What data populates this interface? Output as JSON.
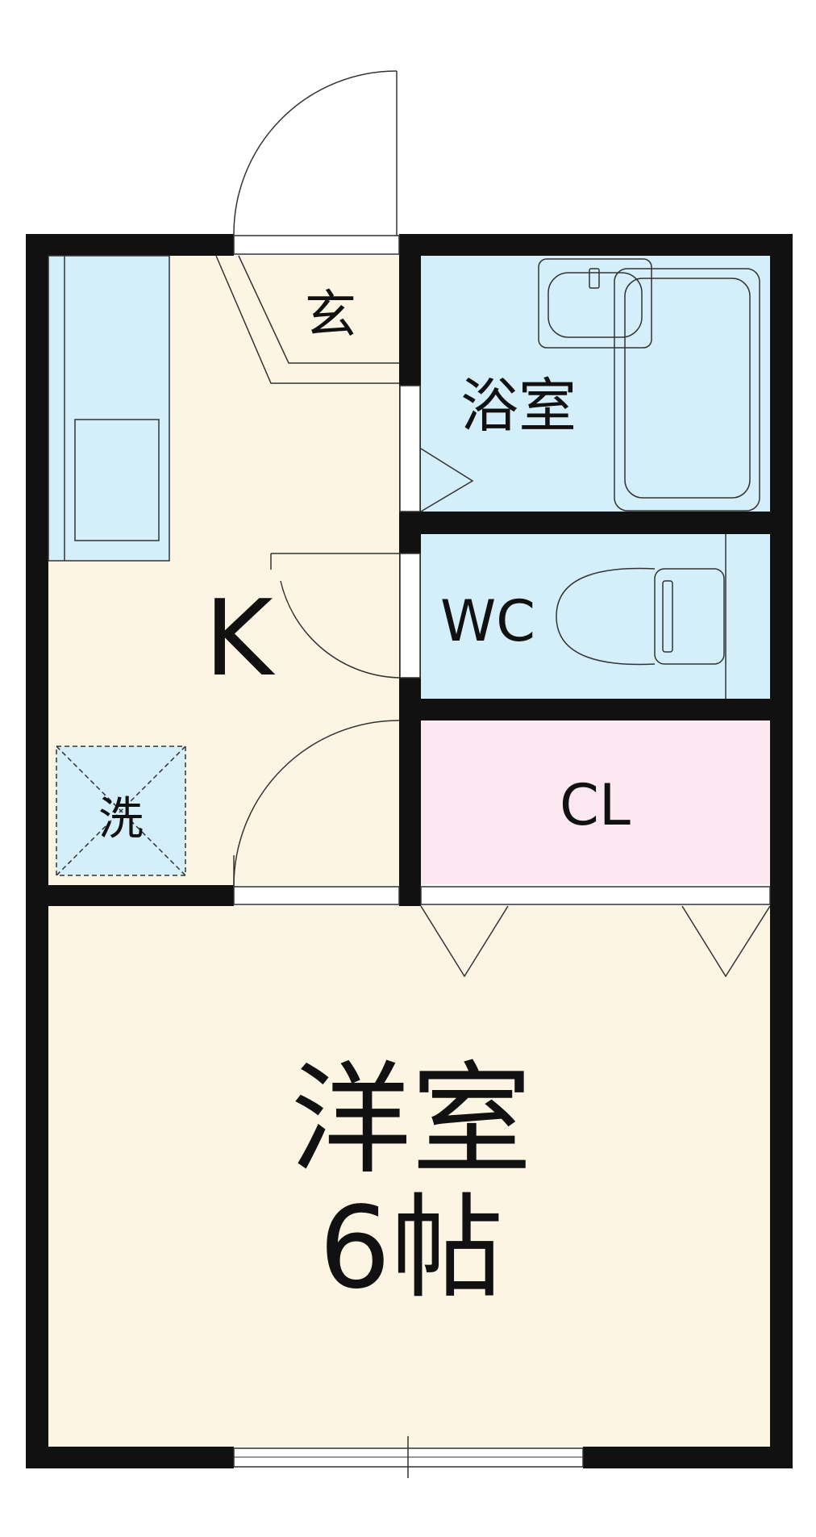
{
  "rooms": {
    "entrance": {
      "label": "玄"
    },
    "bath": {
      "label": "浴室"
    },
    "kitchen": {
      "label": "K"
    },
    "toilet": {
      "label": "WC"
    },
    "closet": {
      "label": "CL"
    },
    "washer": {
      "label": "洗"
    },
    "western_room": {
      "label": "洋室",
      "size": "6帖"
    }
  },
  "colors": {
    "wall": "#111111",
    "floor": "#fdf5e4",
    "wet_area": "#d4eefa",
    "closet": "#fbe8f0",
    "line": "#333333"
  }
}
